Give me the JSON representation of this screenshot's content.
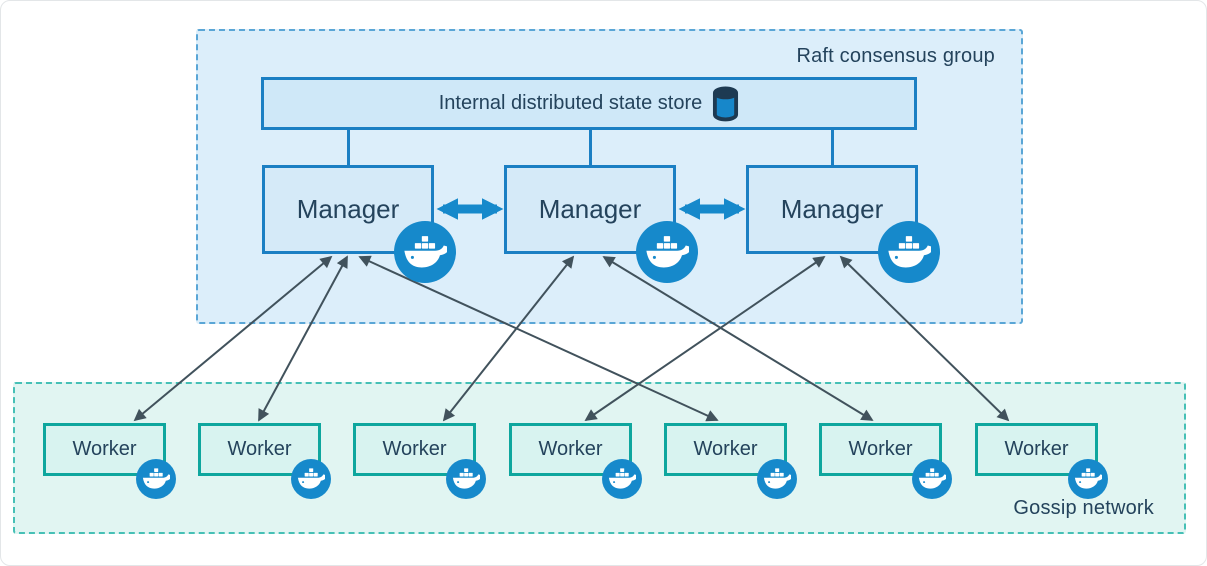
{
  "raft_group": {
    "label": "Raft consensus group"
  },
  "gossip_group": {
    "label": "Gossip network"
  },
  "state_store": {
    "label": "Internal distributed state store",
    "icon": "database-cylinder-icon"
  },
  "managers": [
    {
      "label": "Manager",
      "icon": "docker-whale-icon"
    },
    {
      "label": "Manager",
      "icon": "docker-whale-icon"
    },
    {
      "label": "Manager",
      "icon": "docker-whale-icon"
    }
  ],
  "workers": [
    {
      "label": "Worker",
      "icon": "docker-whale-icon"
    },
    {
      "label": "Worker",
      "icon": "docker-whale-icon"
    },
    {
      "label": "Worker",
      "icon": "docker-whale-icon"
    },
    {
      "label": "Worker",
      "icon": "docker-whale-icon"
    },
    {
      "label": "Worker",
      "icon": "docker-whale-icon"
    },
    {
      "label": "Worker",
      "icon": "docker-whale-icon"
    },
    {
      "label": "Worker",
      "icon": "docker-whale-icon"
    }
  ],
  "connections": {
    "manager_peer_links": [
      {
        "from": "manager-1",
        "to": "manager-2",
        "style": "thick-double-arrow"
      },
      {
        "from": "manager-2",
        "to": "manager-3",
        "style": "thick-double-arrow"
      }
    ],
    "manager_worker_links": [
      {
        "manager": 1,
        "worker": 1,
        "style": "thin-double-arrow"
      },
      {
        "manager": 1,
        "worker": 2,
        "style": "thin-double-arrow"
      },
      {
        "manager": 1,
        "worker": 5,
        "style": "thin-double-arrow"
      },
      {
        "manager": 2,
        "worker": 3,
        "style": "thin-double-arrow"
      },
      {
        "manager": 2,
        "worker": 6,
        "style": "thin-double-arrow"
      },
      {
        "manager": 3,
        "worker": 4,
        "style": "thin-double-arrow"
      },
      {
        "manager": 3,
        "worker": 7,
        "style": "thin-double-arrow"
      }
    ]
  },
  "colors": {
    "raft_background": "#dceefa",
    "raft_dash_border": "#5aa6d6",
    "gossip_background": "#e1f5f2",
    "gossip_dash_border": "#46c0b6",
    "blue_node_fill": "#d5eaf8",
    "blue_node_border": "#1b7fc3",
    "teal_node_fill": "#d8f3f0",
    "teal_node_border": "#0ea69e",
    "docker_blue": "#1689cb",
    "thin_arrow": "#41525c",
    "text": "#24435c"
  }
}
